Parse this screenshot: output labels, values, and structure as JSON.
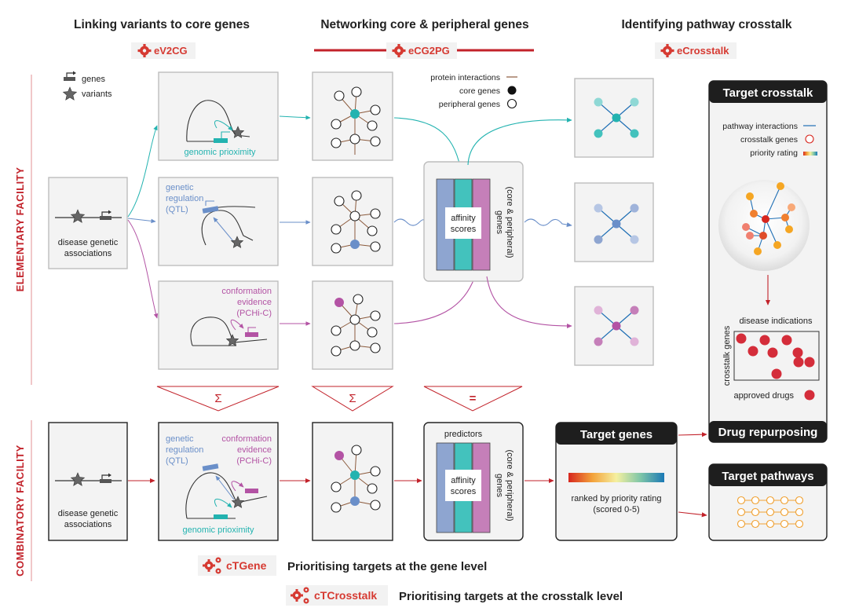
{
  "column_headers": {
    "col1": "Linking variants to core genes",
    "col2": "Networking core & peripheral genes",
    "col3": "Identifying pathway crosstalk"
  },
  "tools": {
    "ev2cg": "eV2CG",
    "ecg2pg": "eCG2PG",
    "ecrosstalk": "eCrosstalk",
    "ctgene": "cTGene",
    "ctcrosstalk": "cTCrosstalk"
  },
  "facility_labels": {
    "elementary": "ELEMENTARY FACILITY",
    "combinatory": "COMBINATORY FACILITY"
  },
  "legend_variants": {
    "genes": "genes",
    "variants": "variants"
  },
  "legend_network": {
    "protein_interactions": "protein interactions",
    "core_genes": "core genes",
    "peripheral_genes": "peripheral genes"
  },
  "evidence": {
    "genomic_proximity": "genomic prioximity",
    "genetic_regulation_1": "genetic",
    "genetic_regulation_2": "regulation",
    "genetic_regulation_3": "(QTL)",
    "conformation_1": "conformation",
    "conformation_2": "evidence",
    "conformation_3": "(PCHi-C)"
  },
  "disease_assoc": {
    "line1": "disease genetic",
    "line2": "associations"
  },
  "affinity": {
    "scores_1": "affinity",
    "scores_2": "scores",
    "genes_1": "genes",
    "genes_2": "(core & peripheral)",
    "predictors": "predictors"
  },
  "operators": {
    "sum1": "Σ",
    "sum2": "Σ",
    "equals": "="
  },
  "target_crosstalk": {
    "title": "Target crosstalk",
    "pathway_interactions": "pathway interactions",
    "crosstalk_genes": "crosstalk genes",
    "priority_rating": "priority rating",
    "disease_indications": "disease indications",
    "crosstalk_genes_axis": "crosstalk genes",
    "approved_drugs": "approved drugs"
  },
  "drug_repurposing": "Drug repurposing",
  "target_genes": {
    "title": "Target genes",
    "ranked_1": "ranked by priority rating",
    "ranked_2": "(scored 0-5)"
  },
  "target_pathways": "Target pathways",
  "footers": {
    "gene_level": "Prioritising targets at the gene level",
    "crosstalk_level": "Prioritising targets at the crosstalk level"
  },
  "colors": {
    "teal": "#23b3b0",
    "blue": "#6a8fc9",
    "magenta": "#b353a4",
    "red": "#c2222a",
    "tool_red": "#d63a32",
    "orange": "#f0a030"
  }
}
